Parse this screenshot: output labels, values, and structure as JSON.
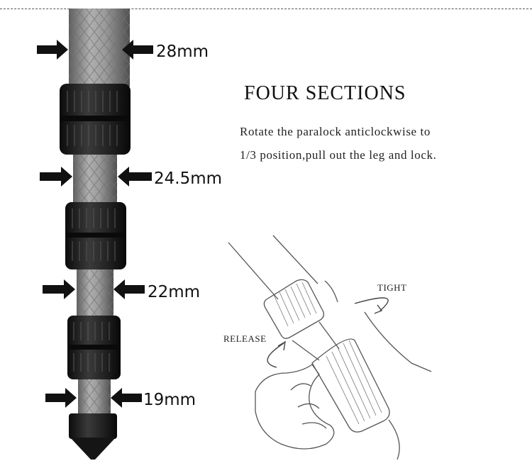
{
  "title": "FOUR SECTIONS",
  "description": {
    "line1": "Rotate the paralock anticlockwise to",
    "line2": "1/3 position,pull out the leg and lock."
  },
  "measurements": [
    "28mm",
    "24.5mm",
    "22mm",
    "19mm"
  ],
  "illustration": {
    "tight_label": "TIGHT",
    "release_label": "RELEASE"
  },
  "colors": {
    "tube": "#8d8d8d",
    "lock": "#1d1d1d",
    "arrow": "#111111"
  }
}
